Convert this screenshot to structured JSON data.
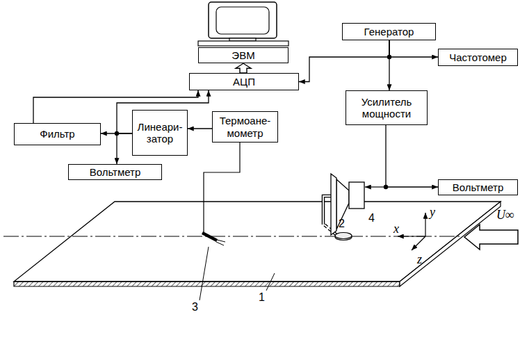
{
  "diagram": {
    "nodes": [
      {
        "text": [
          "ЭВМ"
        ]
      },
      {
        "text": [
          "АЦП"
        ]
      },
      {
        "text": [
          "Генератор"
        ]
      },
      {
        "text": [
          "Частотомер"
        ]
      },
      {
        "text": [
          "Усилитель мощности"
        ]
      },
      {
        "text": [
          "Фильтр"
        ]
      },
      {
        "text": [
          "Линеари- затор"
        ]
      },
      {
        "text": [
          "Термоане- мометр"
        ]
      },
      {
        "text": [
          "Вольтметр"
        ]
      },
      {
        "text": [
          "Вольтметр"
        ]
      }
    ],
    "edges": [
      {
        "from": 1,
        "to": 0,
        "arrow": "to"
      },
      {
        "from": 2,
        "to": 1,
        "arrow": "to"
      },
      {
        "from": 2,
        "to": 3,
        "arrow": "to"
      },
      {
        "from": 2,
        "to": 4,
        "arrow": "to"
      },
      {
        "from": 7,
        "to": 6,
        "arrow": "to"
      },
      {
        "from": 6,
        "to": 5,
        "arrow": "to"
      },
      {
        "from": 6,
        "to": 1,
        "arrow": "to"
      },
      {
        "from": 6,
        "to": 8,
        "arrow": "to"
      },
      {
        "from": 5,
        "to": 1,
        "arrow": "to"
      },
      {
        "from": 4,
        "to": 9,
        "arrow": "to"
      }
    ],
    "labels": [
      "1",
      "2",
      "3",
      "4",
      "y",
      "x",
      "z",
      "U∞"
    ]
  }
}
